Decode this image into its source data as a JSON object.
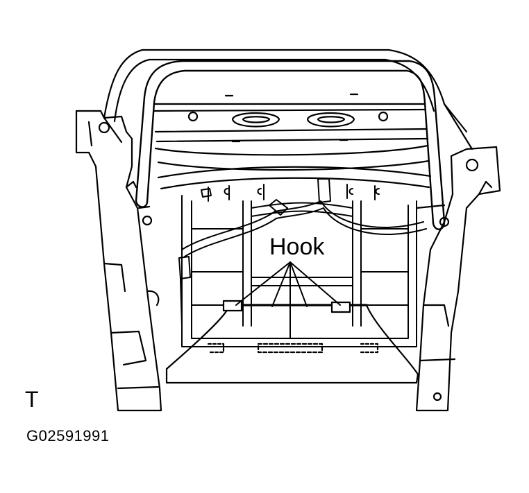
{
  "callout": {
    "label": "Hook"
  },
  "corner_label": "T",
  "figure_id": "G02591991",
  "colors": {
    "line": "#000000",
    "background": "#ffffff"
  }
}
